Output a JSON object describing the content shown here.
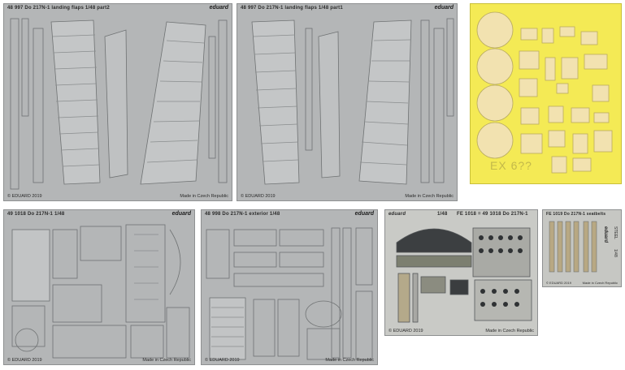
{
  "sheets": {
    "landing_flaps_part2": {
      "header": "48 997   Do 217N-1  landing flaps     1/48    part2",
      "brand": "eduard",
      "copyright": "© EDUARD 2019",
      "made_in": "Made in Czech Republic"
    },
    "landing_flaps_part1": {
      "header": "48 997   Do 217N-1  landing flaps     1/48    part1",
      "brand": "eduard",
      "copyright": "© EDUARD 2019",
      "made_in": "Made in Czech Republic"
    },
    "interior": {
      "header": "49 1018   Do 217N-1    1/48",
      "brand": "eduard",
      "copyright": "© EDUARD 2019",
      "made_in": "Made in Czech Republic"
    },
    "exterior": {
      "header": "48 998   Do 217N-1 exterior   1/48",
      "brand": "eduard",
      "copyright": "© EDUARD 2019",
      "made_in": "Made in Czech Republic"
    },
    "fe_color": {
      "header_left": "eduard",
      "header_scale": "1/48",
      "header": "FE 1018 = 49 1018   Do 217N-1",
      "copyright": "© EDUARD 2019",
      "made_in": "Made in Czech Republic"
    },
    "seatbelts": {
      "header": "FE 1019   Do 217N-1 seatbelts",
      "brand": "eduard",
      "scale": "1/48",
      "steel": "STEEL",
      "copyright": "© EDUARD 2019",
      "made_in": "Made in Czech Republic"
    }
  },
  "mask": {
    "mark": "EX 6??"
  },
  "colors": {
    "photoetch": "#b4b6b7",
    "mask_yellow": "#f4ea55",
    "mask_part": "#f2e2b0"
  }
}
